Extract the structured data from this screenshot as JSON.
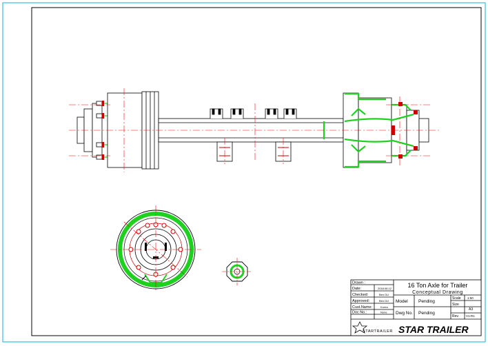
{
  "title_block": {
    "drawn_label": "Drawn :",
    "date_label": "Date:",
    "date_value": "2018.08.12",
    "checked_label": "Checked:",
    "checked_value": "Ben DU",
    "approved_label": "Approved:",
    "approved_value": "Ben DU",
    "cust_label": "Cust.Name:",
    "cust_value": "Korea",
    "doc_label": "Doc No.:",
    "doc_value": "None",
    "title": "16 Ton Axle for Trailer",
    "subtitle": "Conceptual Drawing",
    "model_label": "Model",
    "model_value": "Pending",
    "dwg_label": "Dwg No.",
    "dwg_value": "Pending",
    "scale_label": "Scale",
    "scale_value": "1:50",
    "size_label": "Size",
    "size_value": "A3",
    "rev_label": "Rev.",
    "rev_value": "V1-R1",
    "logo_small": "STARTRAILER",
    "logo_big": "STAR TRAILER"
  },
  "colors": {
    "frame": "#33c2e0",
    "line": "#000000",
    "center": "#ff0000",
    "section": "#1fd11f",
    "hub": "#cc0000"
  }
}
